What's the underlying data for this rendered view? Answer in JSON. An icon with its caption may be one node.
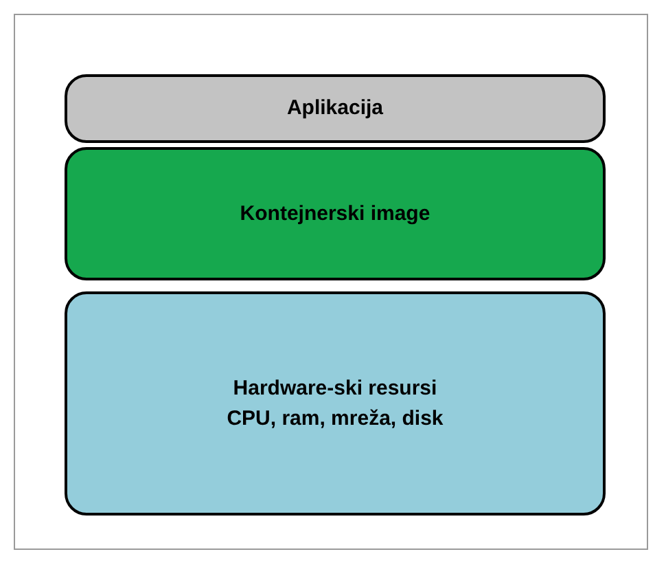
{
  "diagram": {
    "nodes": [
      {
        "text": [
          "Aplikacija"
        ]
      },
      {
        "text": [
          "Kontejnerski image"
        ]
      },
      {
        "text": [
          "Hardware-ski resursi",
          "CPU, ram, mreža, disk"
        ]
      }
    ]
  }
}
